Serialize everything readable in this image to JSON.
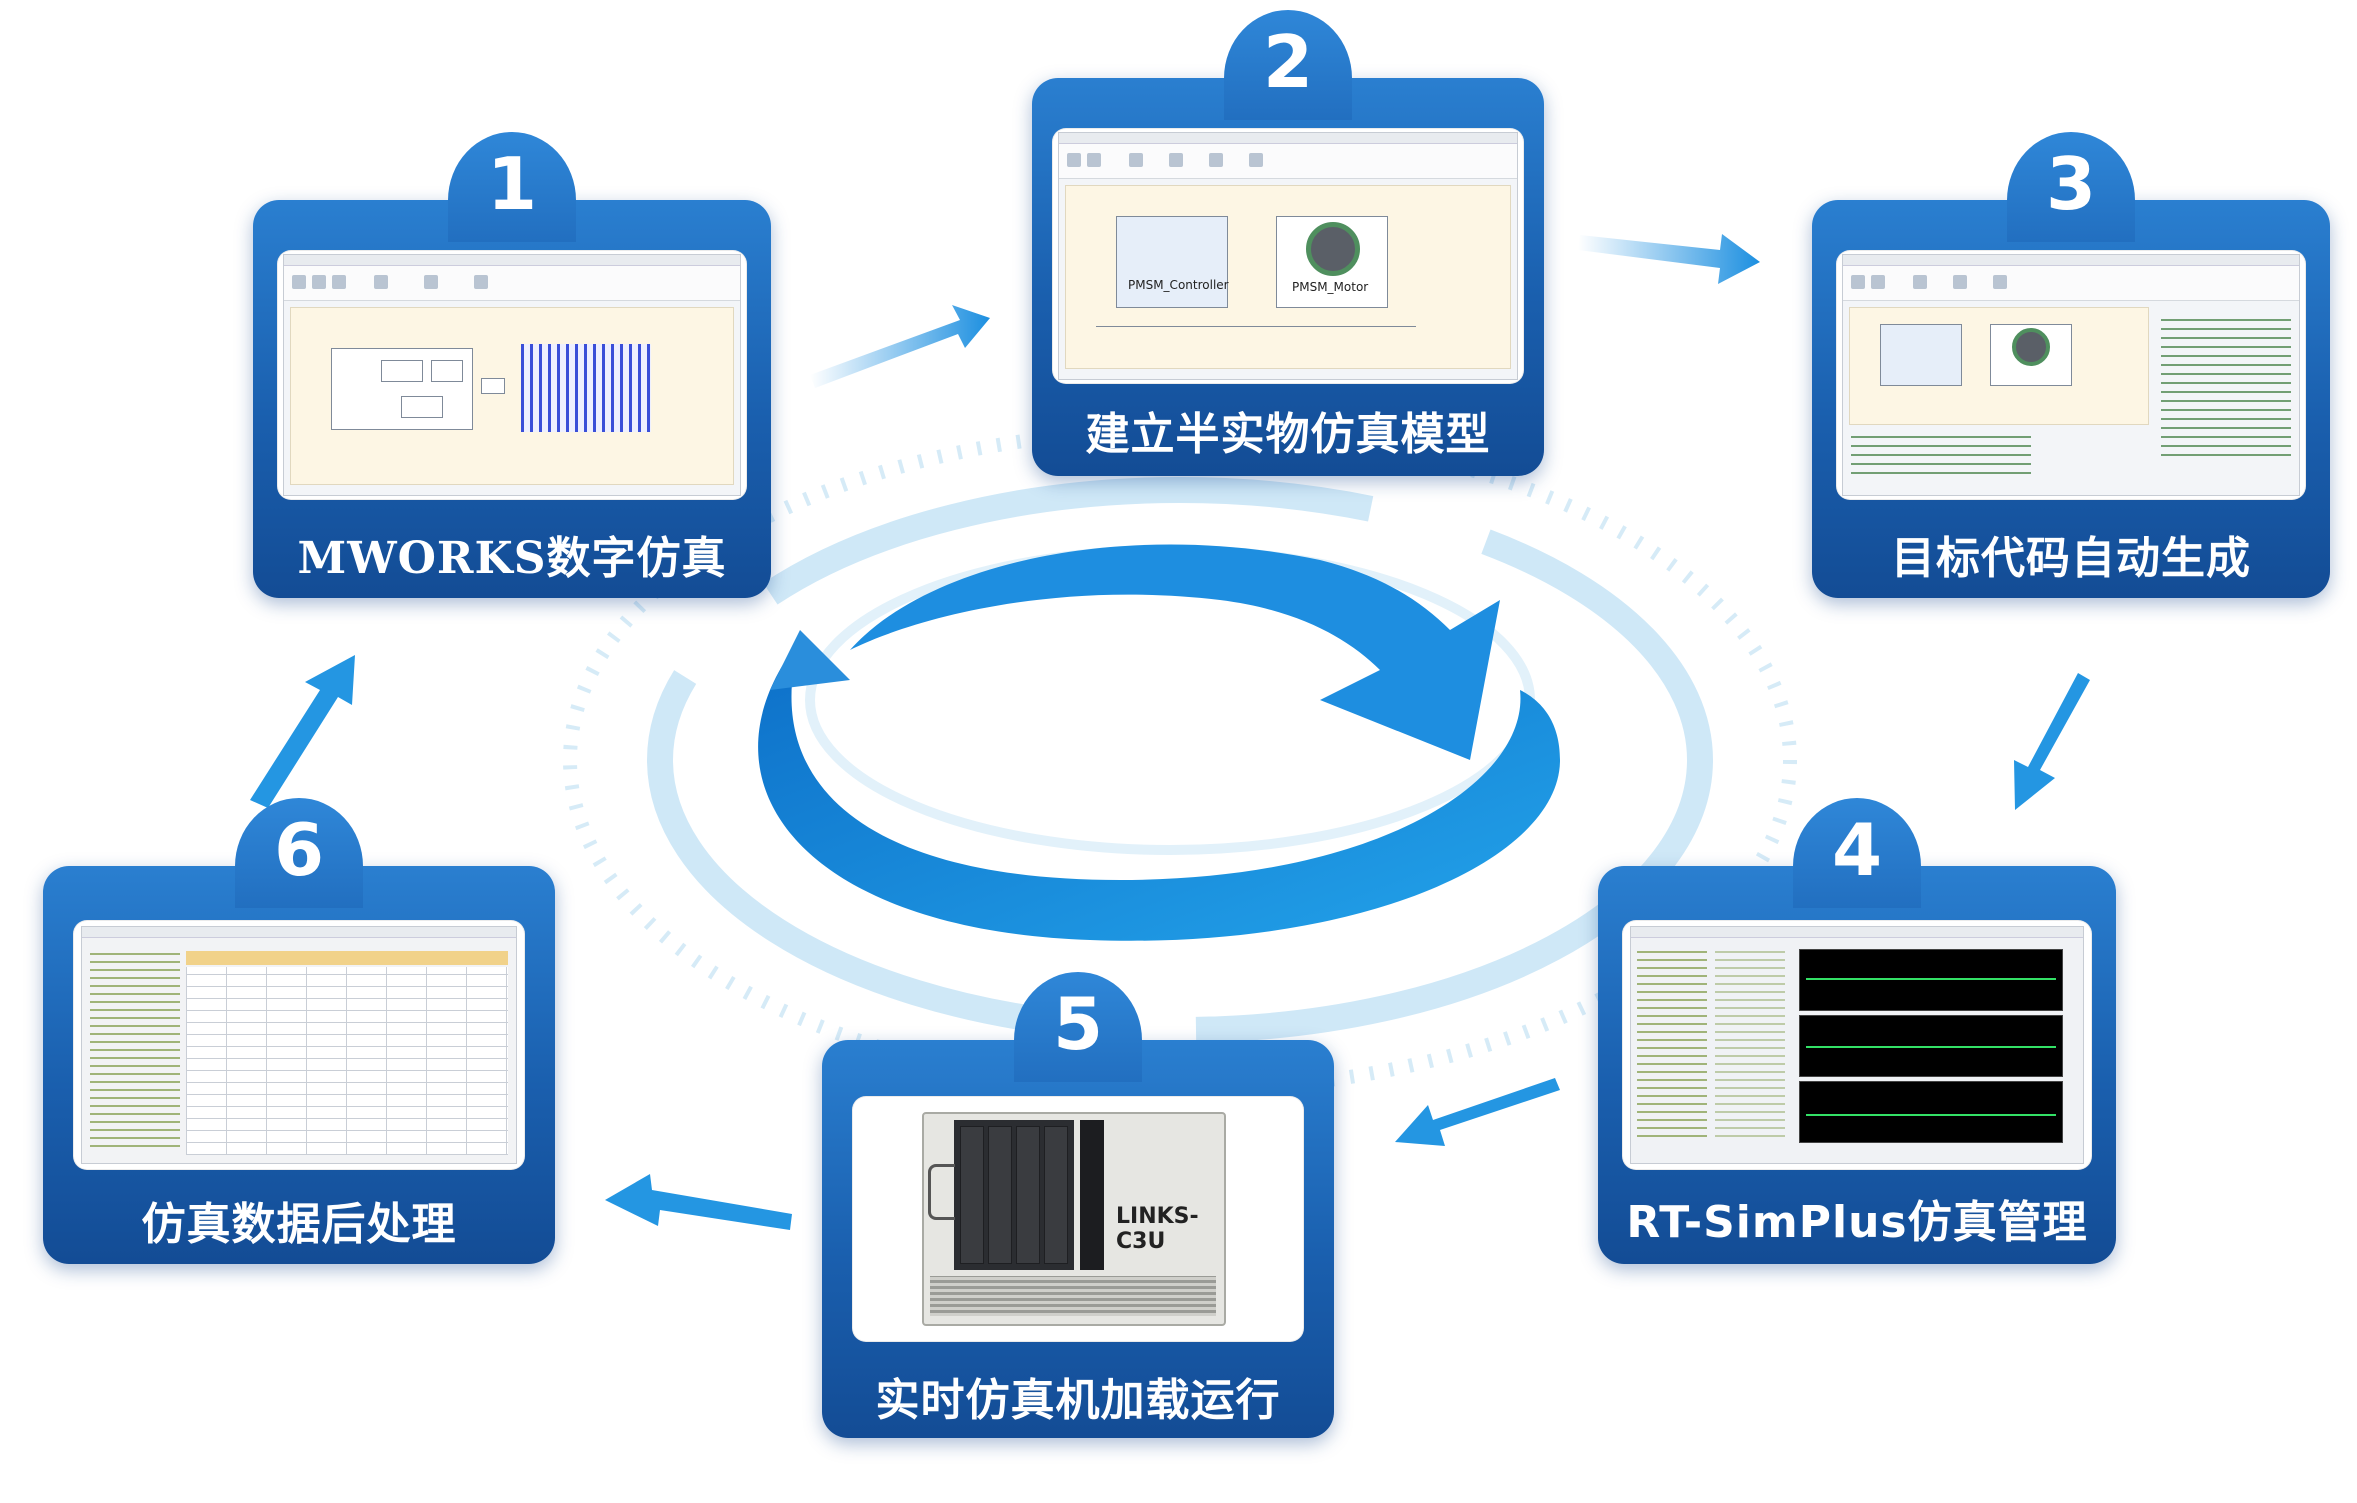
{
  "colors": {
    "card_top": "#2a7fd0",
    "card_bottom": "#134c95",
    "arrow_blue": "#1c8fe0",
    "swirl_light": "#cfe8f7"
  },
  "steps": [
    {
      "number": "1",
      "label": "MWORKS数字仿真"
    },
    {
      "number": "2",
      "label": "建立半实物仿真模型"
    },
    {
      "number": "3",
      "label": "目标代码自动生成"
    },
    {
      "number": "4",
      "label": "RT-SimPlus仿真管理"
    },
    {
      "number": "5",
      "label": "实时仿真机加载运行"
    },
    {
      "number": "6",
      "label": "仿真数据后处理"
    }
  ],
  "screens": {
    "model_controller": "PMSM_Controller",
    "model_motor": "PMSM_Motor",
    "machine_name": "LINKS-C3U"
  }
}
